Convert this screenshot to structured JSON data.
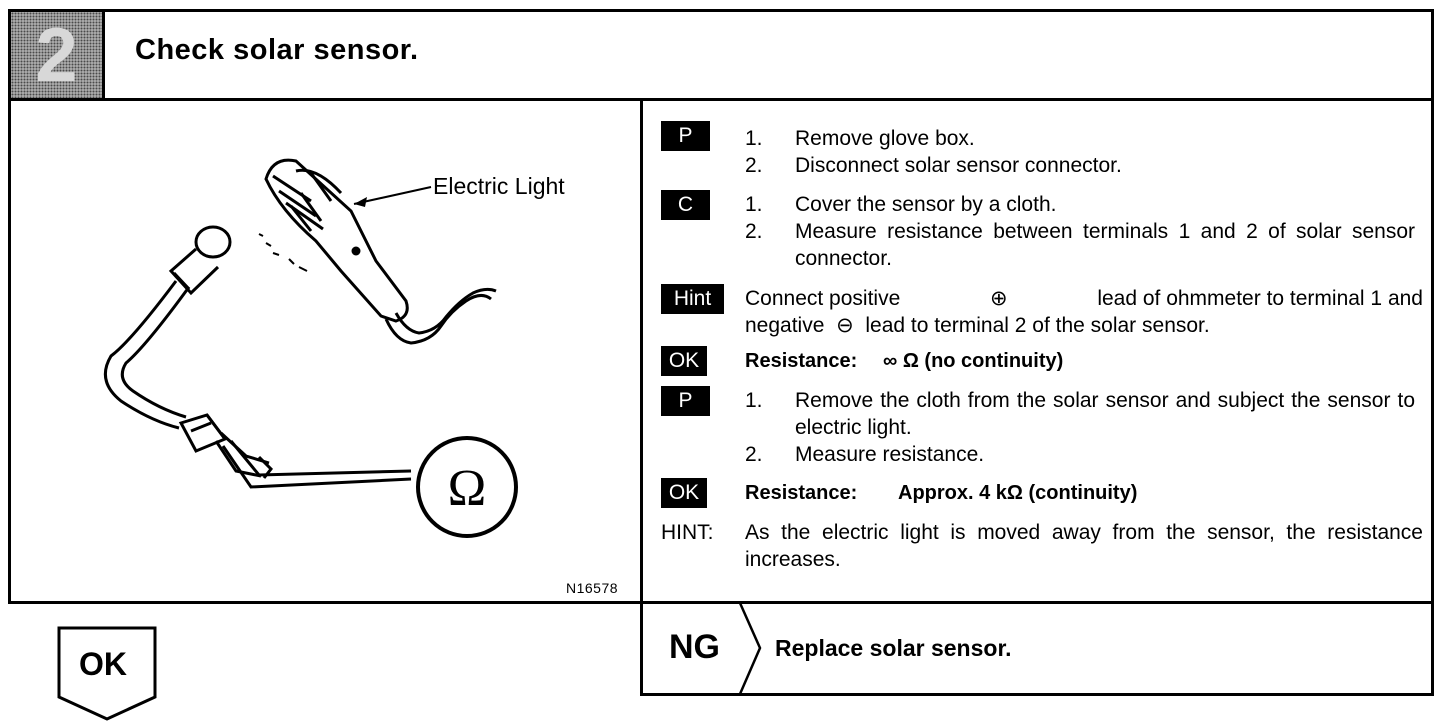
{
  "header": {
    "step_number": "2",
    "title": "Check solar sensor."
  },
  "figure": {
    "callout_label": "Electric Light",
    "ohm_symbol": "Ω",
    "figure_code": "N16578"
  },
  "procedure": [
    {
      "tag": "P",
      "items": [
        {
          "num": "1.",
          "text": "Remove glove box."
        },
        {
          "num": "2.",
          "text": "Disconnect solar sensor connector."
        }
      ]
    },
    {
      "tag": "C",
      "items": [
        {
          "num": "1.",
          "text": "Cover the sensor by a cloth."
        },
        {
          "num": "2.",
          "text": "Measure resistance between terminals 1 and 2 of solar sensor connector."
        }
      ]
    },
    {
      "tag": "Hint",
      "text_a": "Connect positive",
      "plus_symbol": "⊕",
      "text_b": "lead of ohmmeter to terminal 1 and",
      "text_c": "negative",
      "minus_symbol": "⊖",
      "text_d": "lead to terminal 2 of the solar sensor."
    },
    {
      "tag": "OK",
      "label": "Resistance:",
      "value": "∞ Ω (no continuity)"
    },
    {
      "tag": "P",
      "items": [
        {
          "num": "1.",
          "text": "Remove the cloth from the solar sensor and subject the sensor to electric light."
        },
        {
          "num": "2.",
          "text": "Measure resistance."
        }
      ]
    },
    {
      "tag": "OK",
      "label": "Resistance:",
      "value": "Approx. 4 kΩ (continuity)"
    },
    {
      "tag": "HINT:",
      "text": "As the electric  light is moved away from the sensor, the resistance increases."
    }
  ],
  "result_ok": "OK",
  "result_ng": {
    "label": "NG",
    "action": "Replace solar sensor."
  }
}
